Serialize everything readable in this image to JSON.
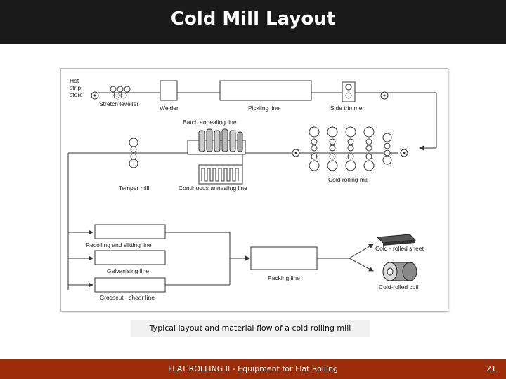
{
  "title": "Cold Mill Layout",
  "caption": "Typical layout and material flow of a cold rolling mill",
  "footer": {
    "text": "FLAT ROLLING II - Equipment for Flat Rolling",
    "page_number": "21"
  },
  "diagram": {
    "hot_strip_store": "Hot strip store",
    "hot_strip_store_lines": [
      "Hot",
      "strip",
      "store"
    ],
    "stretch_leveller": "Stretch leveller",
    "welder": "Welder",
    "pickling_line": "Pickling line",
    "side_trimmer": "Side trimmer",
    "batch_annealing_line": "Batch annealing line",
    "continuous_annealing_line": "Continuous annealing line",
    "temper_mill": "Temper mill",
    "cold_rolling_mill": "Cold rolling mill",
    "recoiling_and_slitting_line": "Recoiling and slitting line",
    "galvanising_line": "Galvanising line",
    "crosscut_shear_line": "Crosscut - shear line",
    "packing_line": "Packing line",
    "cold_rolled_sheet": "Cold - rolled sheet",
    "cold_rolled_coil": "Cold-rolled coil"
  }
}
